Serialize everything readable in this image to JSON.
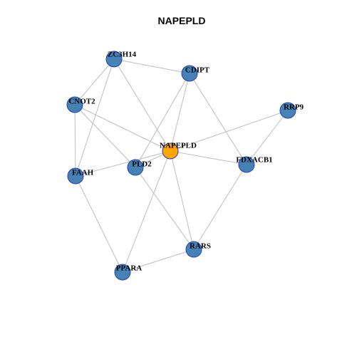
{
  "title": "NAPEPLD",
  "colors": {
    "node_default": "#4682b4",
    "node_center": "#ffa500",
    "node_border": "#1f3fbf",
    "edge": "#bdbdbd"
  },
  "nodes": [
    {
      "id": "NAPEPLD",
      "label": "NAPEPLD",
      "center": true
    },
    {
      "id": "ZC3H14",
      "label": "ZC3H14",
      "center": false
    },
    {
      "id": "CDIPT",
      "label": "CDIPT",
      "center": false
    },
    {
      "id": "CNOT2",
      "label": "CNOT2",
      "center": false
    },
    {
      "id": "RRP9",
      "label": "RRP9",
      "center": false
    },
    {
      "id": "FDXACB1",
      "label": "FDXACB1",
      "center": false
    },
    {
      "id": "PLD2",
      "label": "PLD2",
      "center": false
    },
    {
      "id": "FAAH",
      "label": "FAAH",
      "center": false
    },
    {
      "id": "RARS",
      "label": "RARS",
      "center": false
    },
    {
      "id": "PPARA",
      "label": "PPARA",
      "center": false
    }
  ],
  "edges": [
    [
      "ZC3H14",
      "CDIPT"
    ],
    [
      "ZC3H14",
      "CNOT2"
    ],
    [
      "ZC3H14",
      "NAPEPLD"
    ],
    [
      "ZC3H14",
      "FAAH"
    ],
    [
      "CDIPT",
      "PLD2"
    ],
    [
      "CDIPT",
      "NAPEPLD"
    ],
    [
      "CDIPT",
      "FDXACB1"
    ],
    [
      "CNOT2",
      "NAPEPLD"
    ],
    [
      "CNOT2",
      "PLD2"
    ],
    [
      "CNOT2",
      "FAAH"
    ],
    [
      "RRP9",
      "NAPEPLD"
    ],
    [
      "RRP9",
      "FDXACB1"
    ],
    [
      "NAPEPLD",
      "FDXACB1"
    ],
    [
      "NAPEPLD",
      "PLD2"
    ],
    [
      "NAPEPLD",
      "FAAH"
    ],
    [
      "NAPEPLD",
      "RARS"
    ],
    [
      "NAPEPLD",
      "PPARA"
    ],
    [
      "PLD2",
      "RARS"
    ],
    [
      "FDXACB1",
      "RARS"
    ],
    [
      "FAAH",
      "PPARA"
    ],
    [
      "PPARA",
      "RARS"
    ]
  ]
}
